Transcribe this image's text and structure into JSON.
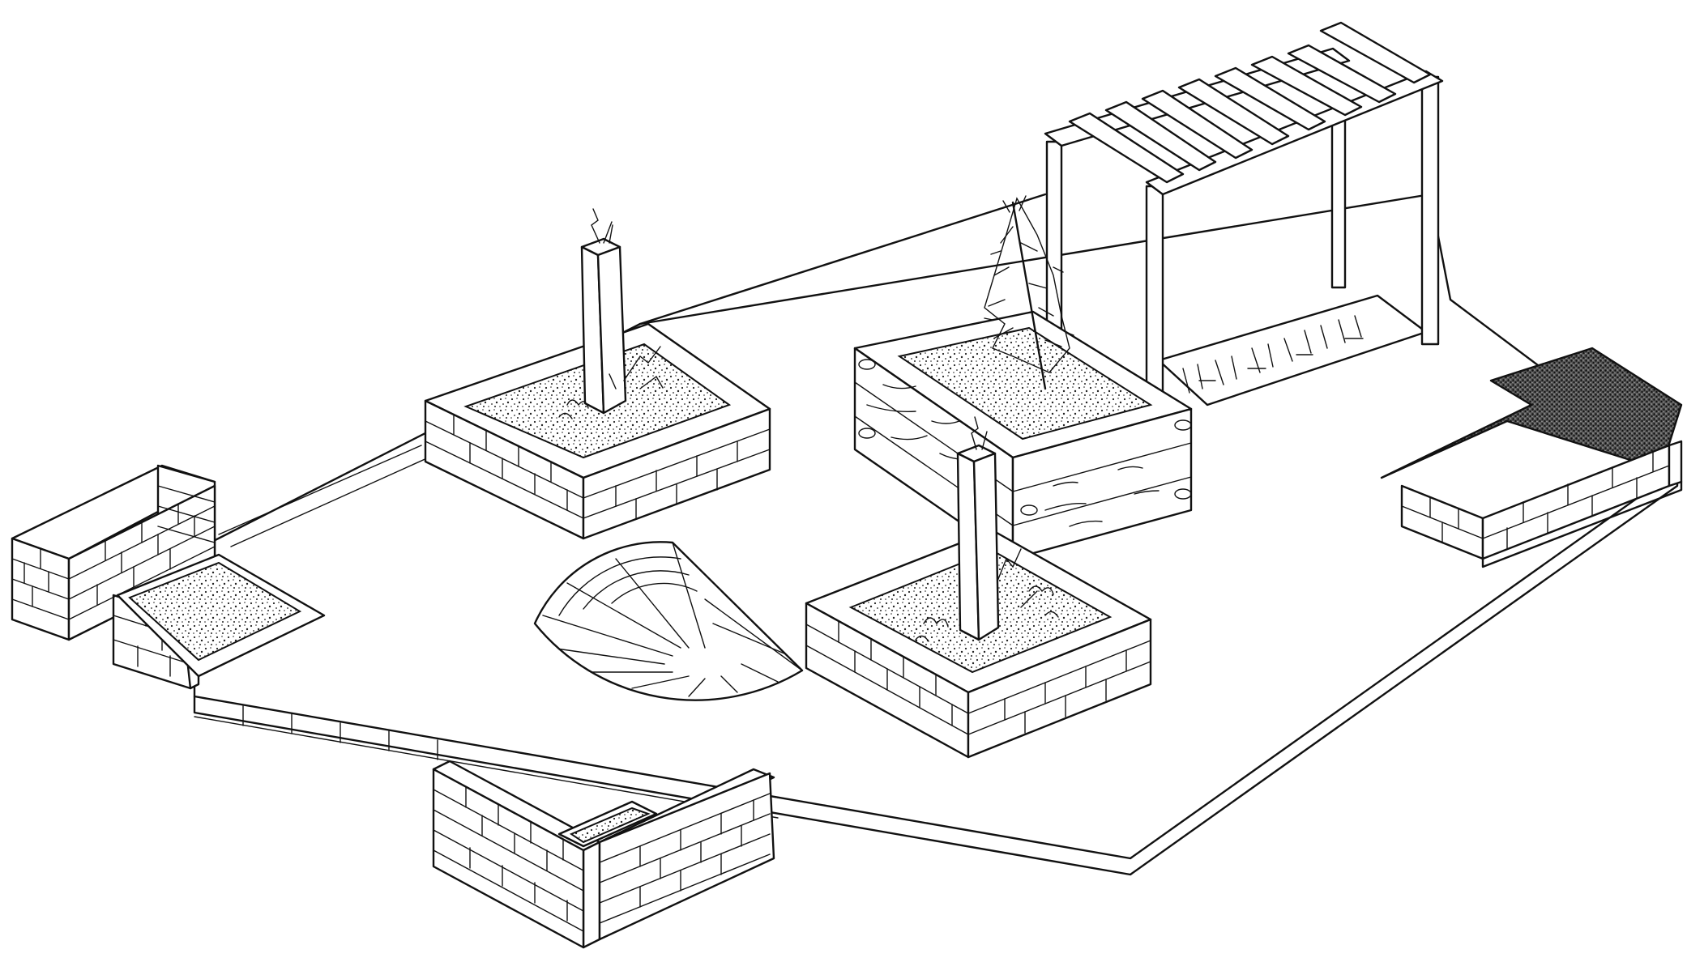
{
  "drawing": {
    "style": "black line art, isometric garden design",
    "colors": {
      "line": "#111111",
      "background": "#ffffff"
    },
    "elements": [
      "terrace-slab",
      "brick-corner-wall-left",
      "gravel-bed-left",
      "brick-corner-wall-front",
      "raised-brick-planter-back",
      "stone-monolith-back",
      "semicircular-paving",
      "timber-sleeper-planter",
      "conifer-tree",
      "raised-brick-planter-front",
      "stone-monolith-front",
      "wooden-pergola",
      "stepping-stone-path",
      "brick-bench-with-dark-top"
    ]
  }
}
